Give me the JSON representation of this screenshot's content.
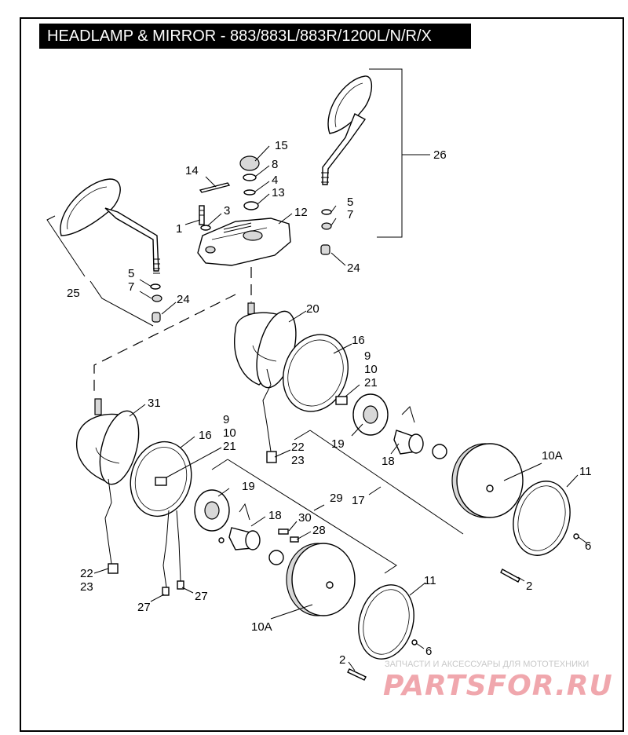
{
  "title": "HEADLAMP & MIRROR - 883/883L/883R/1200L/N/R/X",
  "callouts": {
    "c1": "1",
    "c2a": "2",
    "c2b": "2",
    "c3": "3",
    "c4": "4",
    "c5a": "5",
    "c5b": "5",
    "c6a": "6",
    "c6b": "6",
    "c7a": "7",
    "c7b": "7",
    "c8": "8",
    "c9a": "9",
    "c9b": "9",
    "c10a": "10",
    "c10b": "10",
    "c10Aa": "10A",
    "c10Ab": "10A",
    "c11a": "11",
    "c11b": "11",
    "c12": "12",
    "c13": "13",
    "c14": "14",
    "c15": "15",
    "c16a": "16",
    "c16b": "16",
    "c17": "17",
    "c18a": "18",
    "c18b": "18",
    "c19a": "19",
    "c19b": "19",
    "c20": "20",
    "c21a": "21",
    "c21b": "21",
    "c22a": "22",
    "c22b": "22",
    "c23a": "23",
    "c23b": "23",
    "c24a": "24",
    "c24b": "24",
    "c25": "25",
    "c26": "26",
    "c27a": "27",
    "c27b": "27",
    "c28": "28",
    "c29": "29",
    "c30": "30",
    "c31": "31"
  },
  "watermark": {
    "tagline": "ЗАПЧАСТИ И АКСЕССУАРЫ ДЛЯ МОТОТЕХНИКИ",
    "logo": "PARTSFOR.RU"
  }
}
